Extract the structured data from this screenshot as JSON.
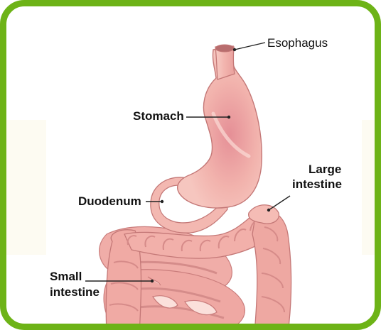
{
  "labels": {
    "esophagus": "Esophagus",
    "stomach": "Stomach",
    "duodenum": "Duodenum",
    "large_intestine_l1": "Large",
    "large_intestine_l2": "intestine",
    "small_intestine_l1": "Small",
    "small_intestine_l2": "intestine"
  },
  "colors": {
    "frame_border": "#6db317",
    "organ_fill": "#f2b6b0",
    "organ_shadow": "#d97d80",
    "organ_highlight": "#fbdcd6",
    "leader_line": "#222222"
  }
}
